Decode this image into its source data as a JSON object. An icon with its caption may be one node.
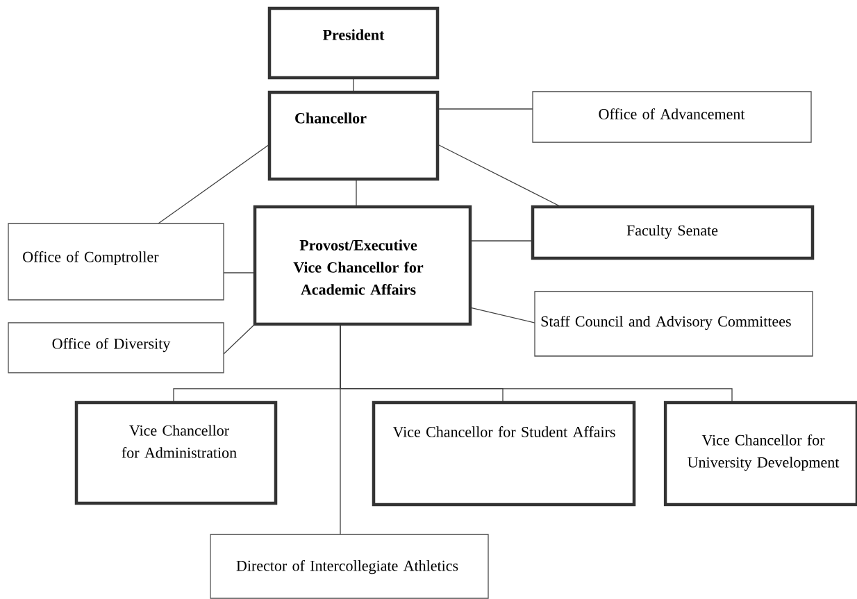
{
  "diagram": {
    "nodes": [
      {
        "text": [
          "President"
        ]
      },
      {
        "text": [
          "Chancellor"
        ]
      },
      {
        "text": [
          "Office of Advancement"
        ]
      },
      {
        "text": [
          "Office of Comptroller"
        ]
      },
      {
        "text": [
          "Provost/Executive Vice Chancellor for Academic Affairs"
        ]
      },
      {
        "text": [
          "Faculty Senate"
        ]
      },
      {
        "text": [
          "Office of Diversity"
        ]
      },
      {
        "text": [
          "Staff Council and Advisory Committees"
        ]
      },
      {
        "text": [
          "Vice Chancellor for Administration"
        ]
      },
      {
        "text": [
          "Vice Chancellor for Student Affairs"
        ]
      },
      {
        "text": [
          "Vice Chancellor for University Development"
        ]
      },
      {
        "text": [
          "Director of Intercollegiate Athletics"
        ]
      }
    ],
    "edges": [
      {
        "from": 0,
        "to": 1,
        "arrow": "none"
      },
      {
        "from": 1,
        "to": 2,
        "arrow": "none"
      },
      {
        "from": 1,
        "to": 3,
        "arrow": "none"
      },
      {
        "from": 1,
        "to": 4,
        "arrow": "none"
      },
      {
        "from": 1,
        "to": 5,
        "arrow": "none"
      },
      {
        "from": 4,
        "to": 5,
        "arrow": "none"
      },
      {
        "from": 4,
        "to": 3,
        "arrow": "none"
      },
      {
        "from": 4,
        "to": 6,
        "arrow": "none"
      },
      {
        "from": 4,
        "to": 7,
        "arrow": "none"
      },
      {
        "from": 4,
        "to": 8,
        "arrow": "none"
      },
      {
        "from": 4,
        "to": 9,
        "arrow": "none"
      },
      {
        "from": 4,
        "to": 10,
        "arrow": "none"
      },
      {
        "from": 4,
        "to": 11,
        "arrow": "none"
      }
    ]
  }
}
